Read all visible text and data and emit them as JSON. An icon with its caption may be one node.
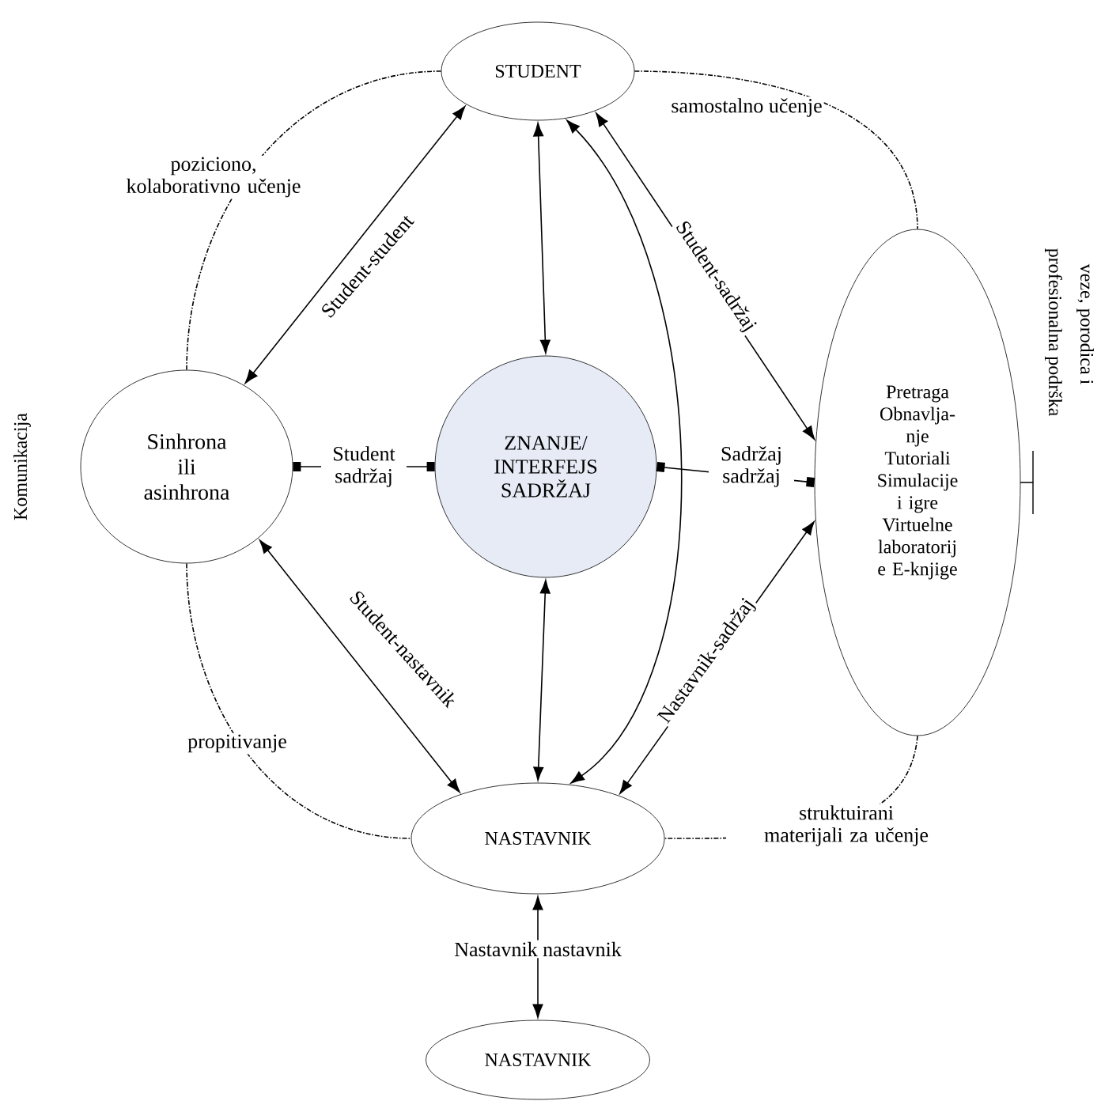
{
  "diagram": {
    "nodes": [
      {
        "text": [
          "STUDENT"
        ]
      },
      {
        "text": [
          "Sinhrona ili asinhrona"
        ]
      },
      {
        "text": [
          "ZNANJE/ INTERFEJS SADRŽAJ"
        ]
      },
      {
        "text": [
          "Pretraga Obnavlja- nje Tutoriali Simulacije i igre Virtuelne laboratorij e E-knjige"
        ]
      },
      {
        "text": [
          "NASTAVNIK"
        ]
      },
      {
        "text": [
          "NASTAVNIK"
        ]
      }
    ],
    "edges": [
      {
        "from": 0,
        "to": 2,
        "arrow": "both"
      },
      {
        "from": 2,
        "to": 4,
        "arrow": "both"
      },
      {
        "from": 4,
        "to": 0,
        "arrow": "both"
      },
      {
        "from": 1,
        "to": 0,
        "arrow": "both",
        "label": "Student-student"
      },
      {
        "from": 1,
        "to": 4,
        "arrow": "both",
        "label": "Student-nastavnik"
      },
      {
        "from": 0,
        "to": 3,
        "arrow": "both",
        "label": "Student-sadržaj"
      },
      {
        "from": 3,
        "to": 4,
        "arrow": "both",
        "label": "Nastavnik-sadržaj"
      },
      {
        "from": 1,
        "to": 2,
        "arrow": "other",
        "label": "Student sadržaj"
      },
      {
        "from": 2,
        "to": 3,
        "arrow": "other",
        "label": "Sadržaj sadržaj"
      },
      {
        "from": 4,
        "to": 5,
        "arrow": "both",
        "label": "Nastavnik nastavnik"
      },
      {
        "from": 0,
        "to": 3,
        "arrow": "none",
        "style": "dashed",
        "label": "samostalno učenje"
      },
      {
        "from": 0,
        "to": 1,
        "arrow": "none",
        "style": "dashed",
        "label": "poziciono, kolaborativno učenje"
      },
      {
        "from": 1,
        "to": 4,
        "arrow": "none",
        "style": "dashed",
        "label": "propitivanje"
      },
      {
        "from": 3,
        "to": 4,
        "arrow": "none",
        "style": "dashed",
        "label": "struktuirani materijali za učenje"
      }
    ],
    "labels": [
      "Komunikacija",
      "veze, porodica i",
      "profesionalna podrška"
    ]
  }
}
